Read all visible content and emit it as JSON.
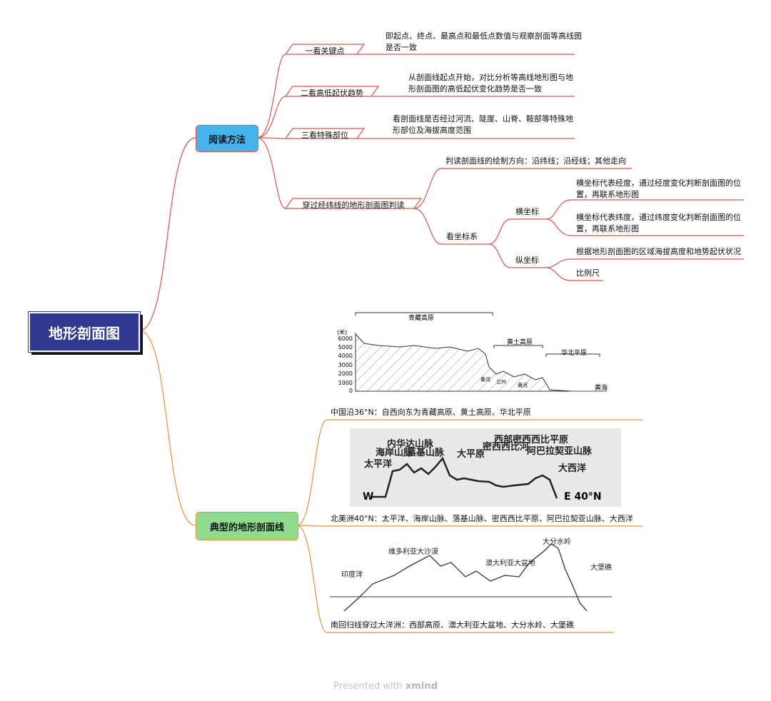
{
  "central": "地形剖面图",
  "reading_methods": {
    "label": "阅读方法",
    "items": [
      {
        "label": "一看关键点",
        "note": "即起点、终点、最高点和最低点数值与观察剖面等高线图是否一致"
      },
      {
        "label": "二看高低起伏趋势",
        "note": "从剖面线起点开始，对比分析等高线地形图与地形剖面图的高低起伏变化趋势是否一致"
      },
      {
        "label": "三看特殊部位",
        "note": "看剖面线是否经过河流、陡崖、山脊、鞍部等特殊地形部位及海拔高度范围"
      }
    ],
    "crossing": {
      "label": "穿过经纬线的地形剖面图判读",
      "direction": "判读剖面线的绘制方向：沿纬线；沿经线；其他走向",
      "coords": {
        "label": "看坐标系",
        "horizontal": {
          "label": "横坐标",
          "items": [
            "横坐标代表经度，通过经度变化判断剖面图的位置，再联系地形图",
            "横坐标代表纬度，通过纬度变化判断剖面图的位置，再联系地形图"
          ]
        },
        "vertical": {
          "label": "纵坐标",
          "items": [
            "根据地形剖面图的区域海拔高度和地势起伏状况",
            "比例尺"
          ]
        }
      }
    }
  },
  "typical": {
    "label": "典型的地形剖面线",
    "china": {
      "caption": "中国沿36°N：自西向东为青藏高原、黄土高原、华北平原",
      "unit": "(米)",
      "yticks": [
        "6000",
        "5000",
        "4000",
        "3000",
        "2000",
        "1000",
        "0"
      ],
      "region_labels": [
        "青藏高原",
        "黄土高原",
        "华北平原"
      ],
      "feature_labels": [
        "黄河",
        "兰州",
        "黄河",
        "黄海"
      ]
    },
    "na": {
      "caption": "北美洲40°N：太平洋、海岸山脉、落基山脉、密西西比平原、阿巴拉契亚山脉、大西洋",
      "labels": [
        "太平洋",
        "海岸山脉",
        "内华达山脉",
        "落基山脉",
        "大平原",
        "密西西比河",
        "西部密西西比平原",
        "阿巴拉契亚山脉",
        "大西洋"
      ],
      "w": "W",
      "e": "E 40°N"
    },
    "aus": {
      "caption": "南回归线穿过大洋洲：西部高原、澳大利亚大盆地、大分水岭、大堡礁",
      "labels": [
        "印度洋",
        "维多利亚大沙漠",
        "澳大利亚大盆地",
        "大分水岭",
        "大堡礁"
      ]
    }
  },
  "footer": {
    "prefix": "Presented with ",
    "brand": "xmind"
  },
  "colors": {
    "red_branch": "#d9534f",
    "orange_branch": "#e8903a",
    "center": "#2f3a8f",
    "reading_fill": "#45b3ec",
    "typical_fill": "#8fdc91"
  }
}
